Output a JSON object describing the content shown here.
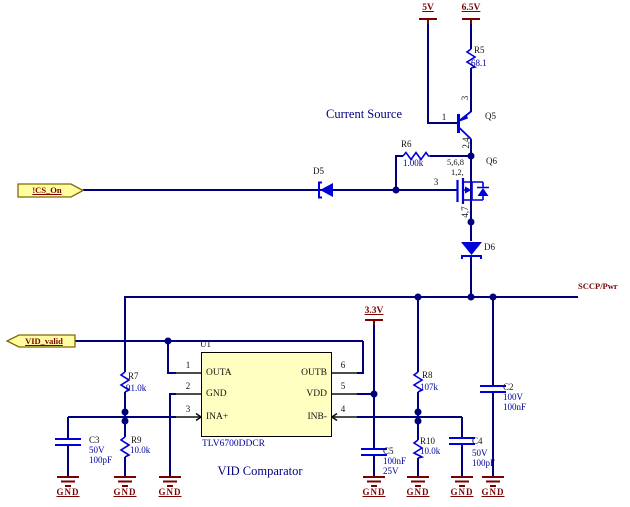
{
  "titles": {
    "current_source": "Current Source",
    "vid_comparator": "VID Comparator"
  },
  "power": {
    "p5v": "5V",
    "p6_5v": "6.5V",
    "p3_3v": "3.3V",
    "sccp_pwr": "SCCP/Pwr",
    "gnd": "GND"
  },
  "flags": {
    "cs_on": "!CS_On",
    "vid_valid": "VID_valid"
  },
  "components": {
    "r5": {
      "ref": "R5",
      "value": "68.1"
    },
    "r6": {
      "ref": "R6",
      "value": "1.00k"
    },
    "r7": {
      "ref": "R7",
      "value": "91.0k"
    },
    "r8": {
      "ref": "R8",
      "value": "107k"
    },
    "r9": {
      "ref": "R9",
      "value": "10.0k"
    },
    "r10": {
      "ref": "R10",
      "value": "10.0k"
    },
    "c2": {
      "ref": "C2",
      "voltage": "100V",
      "value": "100nF"
    },
    "c3": {
      "ref": "C3",
      "voltage": "50V",
      "value": "100pF"
    },
    "c4": {
      "ref": "C4",
      "voltage": "50V",
      "value": "100pF"
    },
    "c5": {
      "ref": "C5",
      "value": "100nF",
      "voltage": "25V"
    },
    "d5": {
      "ref": "D5"
    },
    "d6": {
      "ref": "D6"
    },
    "q5": {
      "ref": "Q5",
      "pin_base": "1",
      "pin_top": "3",
      "pin_bottom": "2,4"
    },
    "q6": {
      "ref": "Q6",
      "pin_gate": "3",
      "pin_top_a": "5,6,8",
      "pin_top_b": "1,2,",
      "pin_bottom": "4,7"
    },
    "u1": {
      "ref": "U1",
      "part": "TLV6700DDCR",
      "left_pins": [
        {
          "num": "1",
          "name": "OUTA"
        },
        {
          "num": "2",
          "name": "GND"
        },
        {
          "num": "3",
          "name": "INA+"
        }
      ],
      "right_pins": [
        {
          "num": "6",
          "name": "OUTB"
        },
        {
          "num": "5",
          "name": "VDD"
        },
        {
          "num": "4",
          "name": "INB-"
        }
      ]
    }
  },
  "colors": {
    "wire": "#00007d",
    "symbol": "#0000d8",
    "power": "#7b0000",
    "value_text": "#00009b",
    "reference_text": "#111111",
    "flag_fill": "#fffda0",
    "flag_border": "#7f6a00",
    "ic_fill": "#ffffc2"
  }
}
